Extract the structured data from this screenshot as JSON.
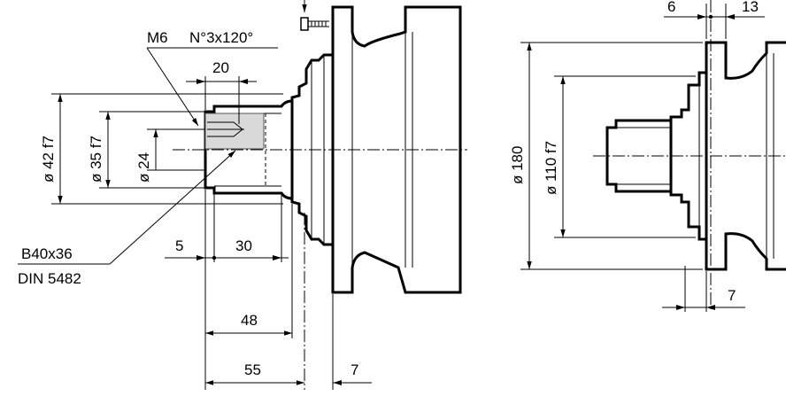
{
  "labels": {
    "thread": "M6",
    "holes": "N°3x120°",
    "depth_20": "20",
    "dia_42": "ø 42 f7",
    "dia_35": "ø 35 f7",
    "dia_24": "ø 24",
    "spline_1": "B40x36",
    "spline_2": "DIN 5482",
    "dim_5": "5",
    "dim_30": "30",
    "dim_48": "48",
    "dim_55": "55",
    "dim_7_left": "7",
    "dim_6": "6",
    "dim_13": "13",
    "dia_180": "ø 180",
    "dia_110": "ø 110 f7",
    "dim_7_right": "7"
  }
}
